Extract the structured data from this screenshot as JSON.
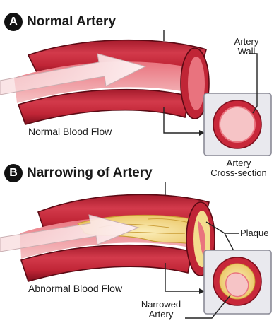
{
  "section_a": {
    "badge": "A",
    "title": "Normal Artery",
    "flow_label": "Normal Blood Flow",
    "callout_artery_wall": "Artery\nWall",
    "callout_cross_section": "Artery\nCross-section"
  },
  "section_b": {
    "badge": "B",
    "title": "Narrowing of Artery",
    "flow_label": "Abnormal Blood Flow",
    "callout_plaque": "Plaque",
    "callout_narrowed": "Narrowed\nArtery"
  },
  "colors": {
    "artery_red": "#c8283a",
    "artery_dark": "#8e1422",
    "artery_light": "#f2a7ae",
    "lumen_pink": "#f6c4c6",
    "plaque_yellow": "#f3dd8e",
    "box_fill": "#e9e9ee",
    "box_stroke": "#8a8a96"
  }
}
